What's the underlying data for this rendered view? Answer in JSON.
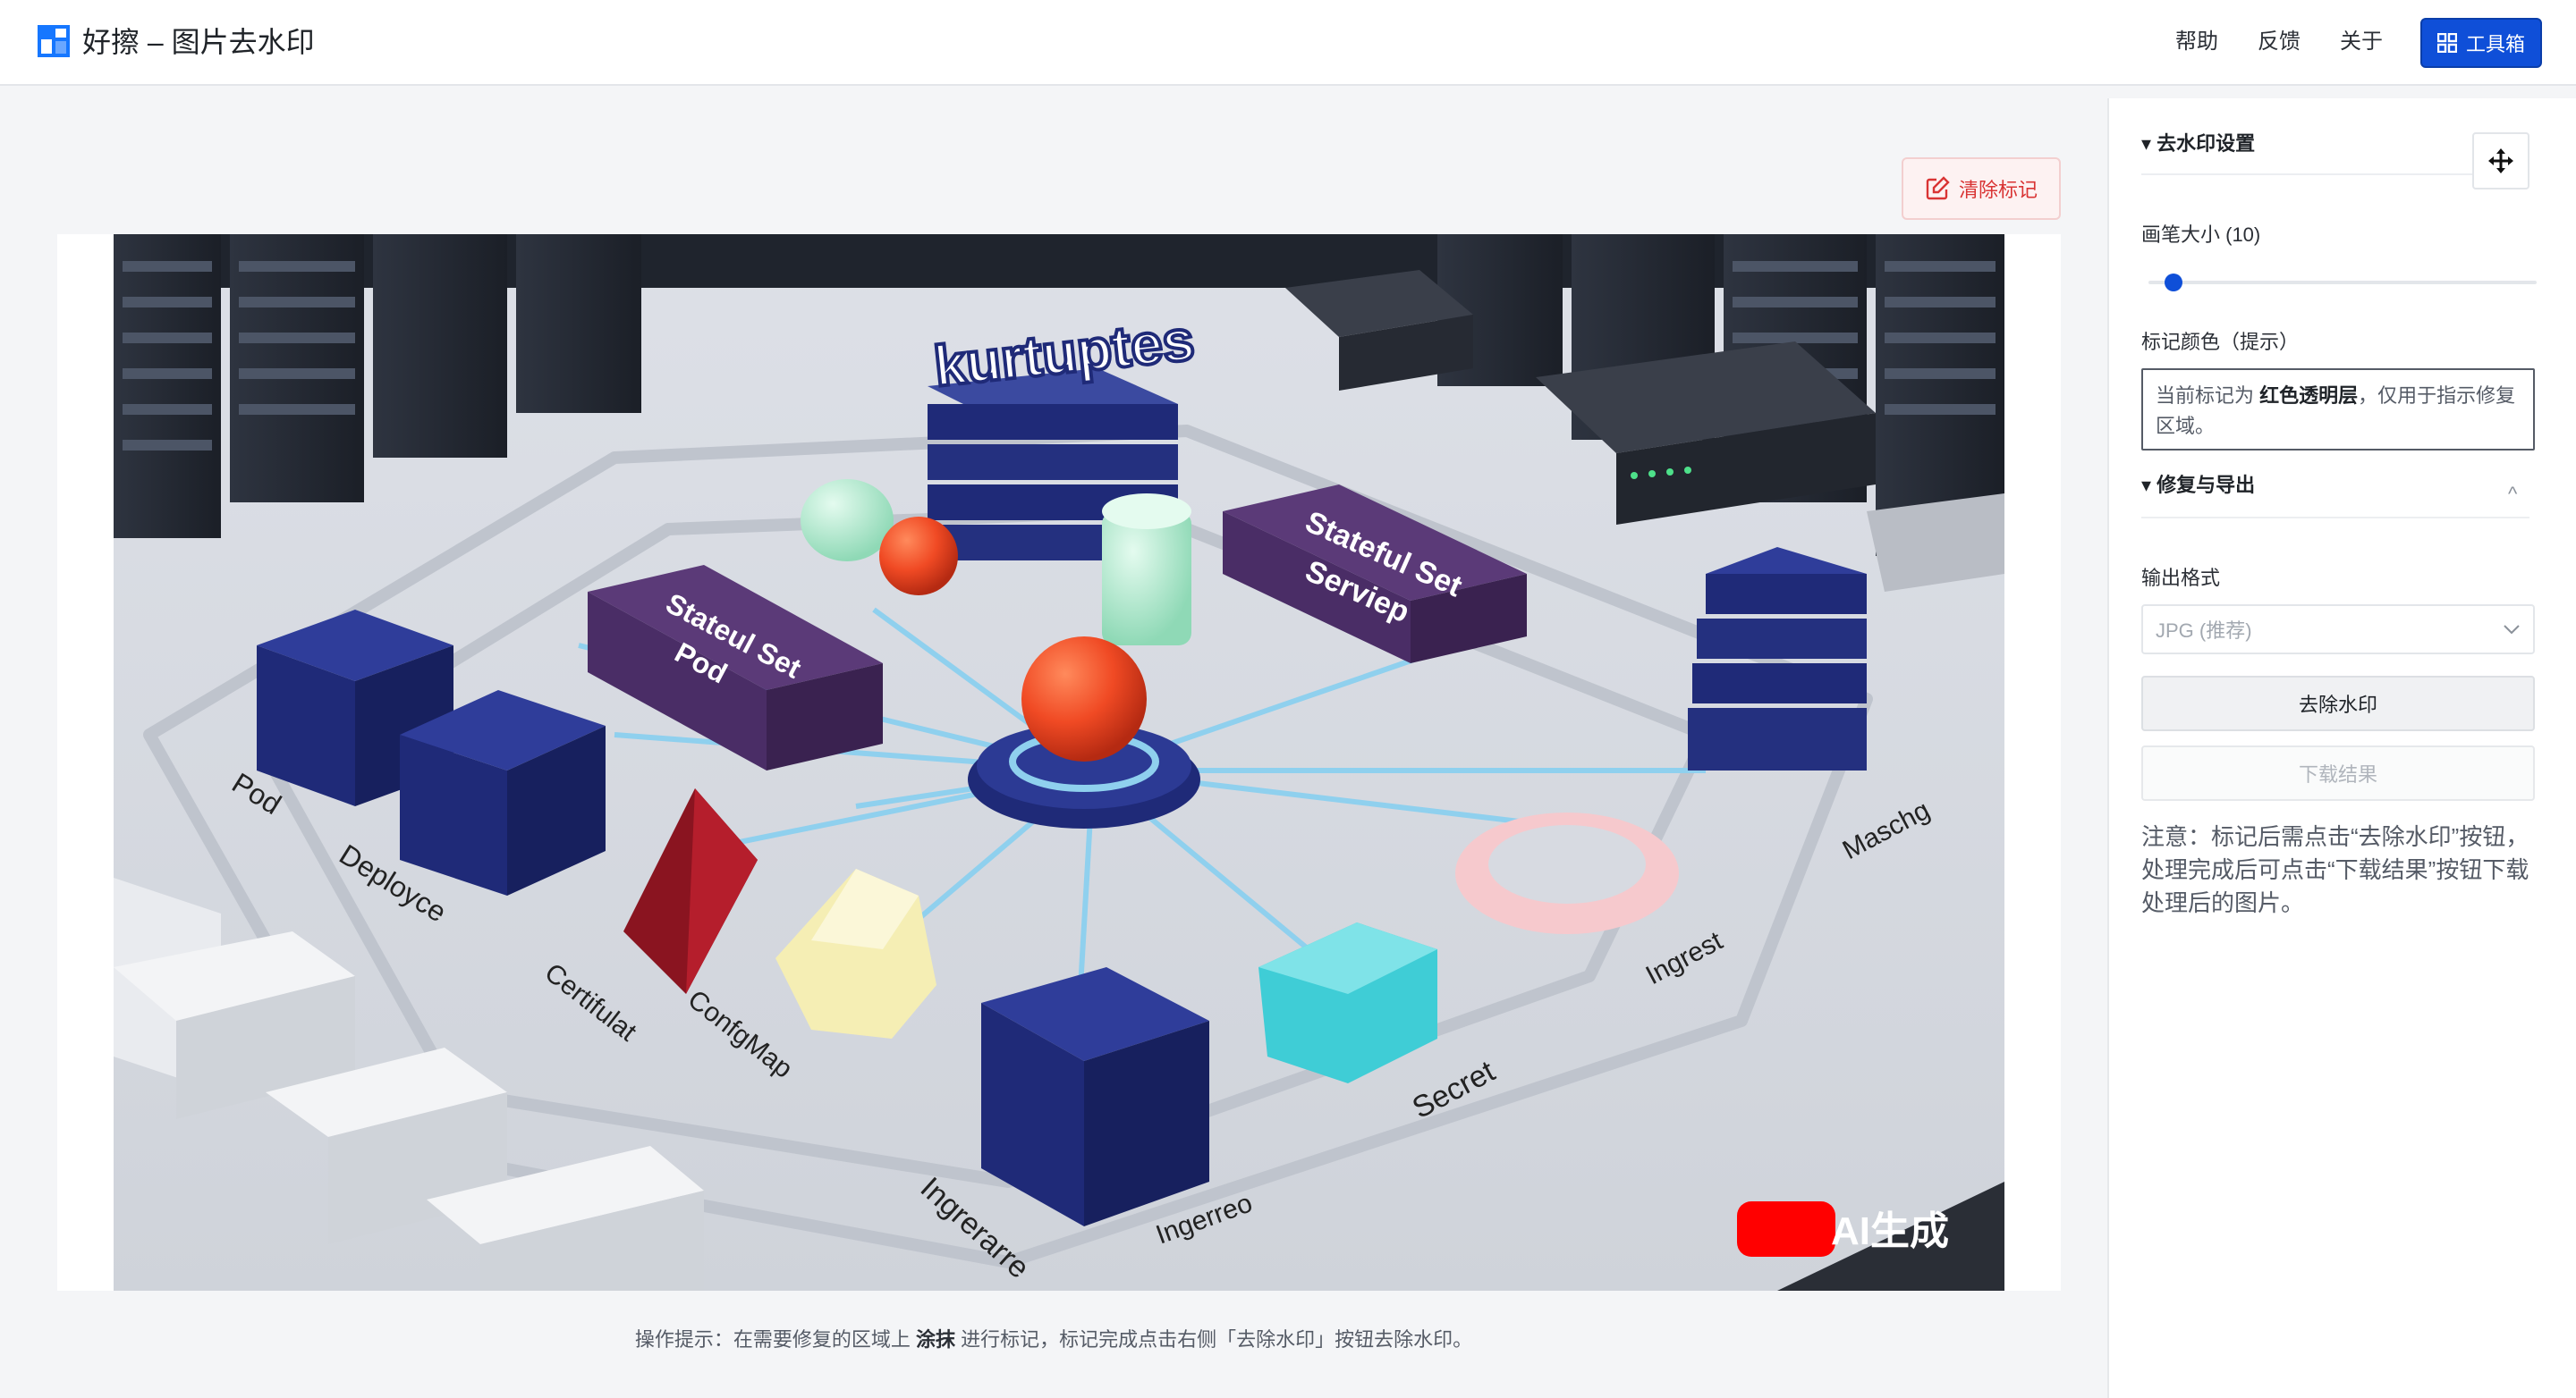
{
  "header": {
    "title": "好擦 – 图片去水印",
    "nav": [
      "帮助",
      "反馈",
      "关于"
    ],
    "toolbox_label": "工具箱",
    "accent": "#0f4fd8"
  },
  "canvas": {
    "clear_label": "清除标记",
    "hint_prefix": "操作提示：在需要修复的区域上",
    "hint_bold": "涂抹",
    "hint_suffix": "进行标记，标记完成点击右侧「去除水印」按钮去除水印。",
    "image": {
      "texts": [
        "kurtuptes",
        "Stateful Set",
        "Serviep",
        "Stateul Set",
        "Pod",
        "Pod",
        "Deployce",
        "Certifulat",
        "ConfgMap",
        "Ingrerarre",
        "Ingerreo",
        "Secret",
        "Ingrest",
        "Maschg"
      ],
      "watermark": "AI生成",
      "watermark_mark_color": "#ff0000"
    }
  },
  "sidebar": {
    "section1": {
      "title": "去水印设置",
      "triangle": "▾",
      "chevron": "^"
    },
    "brush_label": "画笔大小 (10)",
    "brush_size": 10,
    "color_label": "标记颜色（提示）",
    "color_note_prefix": "当前标记为",
    "color_note_bold": "红色透明层",
    "color_note_suffix": "，仅用于指示修复区域。",
    "section2": {
      "title": "修复与导出",
      "triangle": "▾",
      "chevron": "^"
    },
    "format_label": "输出格式",
    "format_value": "JPG (推荐)",
    "remove_btn": "去除水印",
    "download_btn": "下载结果",
    "notice": "注意：标记后需点击“去除水印”按钮，处理完成后可点击“下载结果”按钮下载处理后的图片。"
  }
}
